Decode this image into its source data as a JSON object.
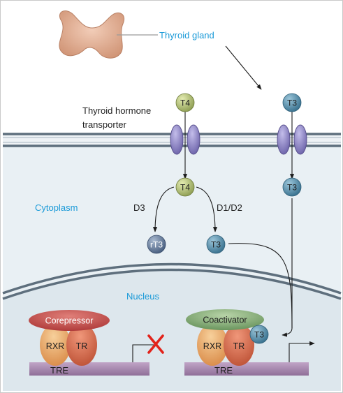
{
  "labels": {
    "thyroid_gland": "Thyroid gland",
    "transporter_line1": "Thyroid hormone",
    "transporter_line2": "transporter",
    "cytoplasm": "Cytoplasm",
    "nucleus": "Nucleus",
    "d3": "D3",
    "d1d2": "D1/D2"
  },
  "molecules": {
    "t4_outside": "T4",
    "t3_outside": "T3",
    "t4_inside": "T4",
    "t3_inside": "T3",
    "rt3": "rT3",
    "t3_converted": "T3",
    "t3_nuclear": "T3"
  },
  "left_complex": {
    "corepressor": "Corepressor",
    "rxr": "RXR",
    "tr": "TR",
    "tre": "TRE"
  },
  "right_complex": {
    "coactivator": "Coactivator",
    "rxr": "RXR",
    "tr": "TR",
    "tre": "TRE"
  },
  "colors": {
    "cytoplasm": "#e9f0f4",
    "nucleus": "#dfe8ee",
    "membrane": "#6a7c8c",
    "transporter": "#8e86c4",
    "t4": "#b8c47a",
    "t3": "#5b93ad",
    "rt3": "#6a84a6",
    "label_blue": "#1a9ad8",
    "corepressor": "#c24a48",
    "coactivator": "#7aa46e",
    "rxr": "#e9a664",
    "tr": "#d66b4a",
    "tre": "#a88aaf",
    "x_mark": "#e2231a"
  },
  "icons": {
    "thyroid": "thyroid-gland-icon",
    "blocked": "x-mark-icon",
    "transcription": "arrow-icon"
  }
}
